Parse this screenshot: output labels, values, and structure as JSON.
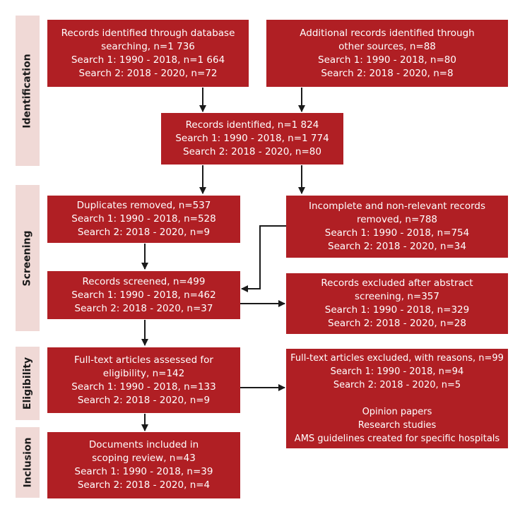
{
  "stages": {
    "identification": "Identification",
    "screening": "Screening",
    "eligibility": "Eligibility",
    "inclusion": "Inclusion"
  },
  "boxes": {
    "database_records": {
      "lines": [
        "Records identified through database",
        "searching, n=1 736",
        "Search 1: 1990 - 2018, n=1 664",
        "Search 2: 2018 - 2020, n=72"
      ]
    },
    "other_sources": {
      "lines": [
        "Additional records identified through",
        "other sources, n=88",
        "Search 1: 1990 - 2018, n=80",
        "Search 2: 2018 - 2020, n=8"
      ]
    },
    "records_identified": {
      "lines": [
        "Records identified, n=1 824",
        "Search 1: 1990 - 2018, n=1 774",
        "Search 2: 2018 - 2020, n=80"
      ]
    },
    "duplicates_removed": {
      "lines": [
        "Duplicates removed, n=537",
        "Search 1: 1990 - 2018, n=528",
        "Search 2: 2018 - 2020, n=9"
      ]
    },
    "incomplete_removed": {
      "lines": [
        "Incomplete and non-relevant records",
        "removed, n=788",
        "Search 1: 1990 - 2018, n=754",
        "Search 2: 2018 - 2020, n=34"
      ]
    },
    "records_screened": {
      "lines": [
        "Records screened, n=499",
        "Search 1: 1990 - 2018, n=462",
        "Search 2: 2018 - 2020, n=37"
      ]
    },
    "excluded_abstract": {
      "lines": [
        "Records excluded after abstract",
        "screening, n=357",
        "Search 1: 1990 - 2018, n=329",
        "Search 2: 2018 - 2020, n=28"
      ]
    },
    "fulltext_assessed": {
      "lines": [
        "Full-text articles assessed for",
        "eligibility, n=142",
        "Search 1: 1990 - 2018, n=133",
        "Search 2: 2018 - 2020, n=9"
      ]
    },
    "fulltext_excluded": {
      "lines": [
        "Full-text articles excluded, with reasons, n=99",
        "Search 1: 1990 - 2018, n=94",
        "Search 2: 2018 - 2020, n=5"
      ],
      "reasons": [
        "Opinion papers",
        "Research studies",
        "AMS guidelines created for specific hospitals"
      ]
    },
    "documents_included": {
      "lines": [
        "Documents included in",
        "scoping review, n=43",
        "Search 1: 1990 - 2018, n=39",
        "Search 2: 2018 - 2020, n=4"
      ]
    }
  },
  "colors": {
    "box_fill": "#b01f24",
    "box_text": "#ffffff",
    "stage_fill": "#f0d9d6",
    "arrow": "#1a1a1a"
  }
}
